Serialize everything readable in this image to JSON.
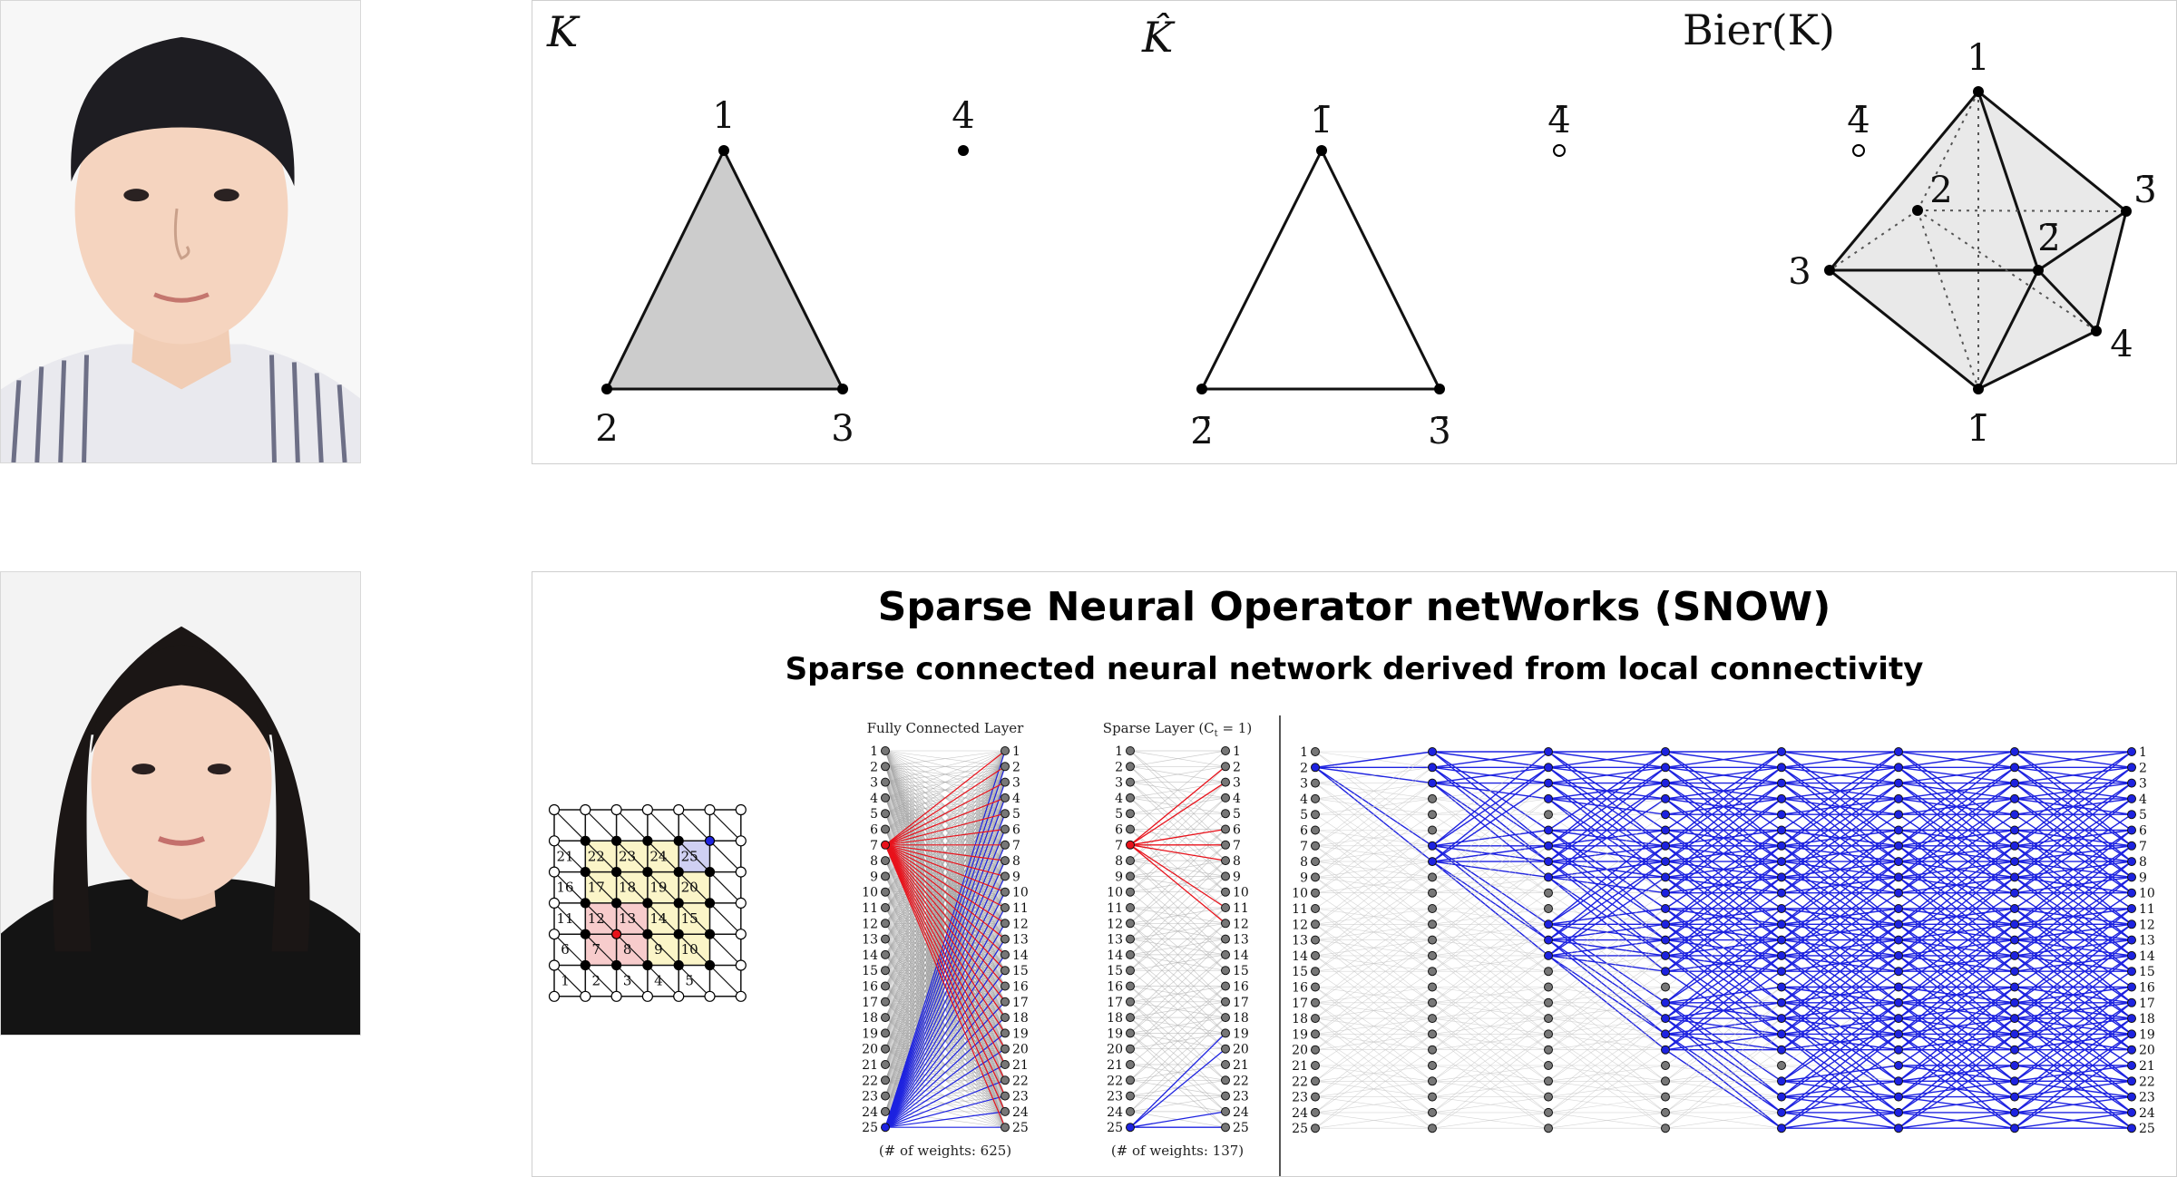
{
  "top_panel": {
    "k_label": "K",
    "khat_label": "K̂",
    "bier_label": "Bier(K)",
    "k_vertices": [
      "1",
      "2",
      "3",
      "4"
    ],
    "khat_vertices": [
      "1̄",
      "2̄",
      "3̄",
      "4̄"
    ],
    "bier_vertices": [
      "1",
      "2",
      "3",
      "4",
      "1̄",
      "2̄",
      "3̄",
      "4̄"
    ]
  },
  "bottom_panel": {
    "title": "Sparse Neural Operator netWorks (SNOW)",
    "subtitle": "Sparse connected neural network derived from local connectivity",
    "grid_cells": [
      "21",
      "22",
      "23",
      "24",
      "25",
      "16",
      "17",
      "18",
      "19",
      "20",
      "11",
      "12",
      "13",
      "14",
      "15",
      "6",
      "7",
      "8",
      "9",
      "10",
      "1",
      "2",
      "3",
      "4",
      "5"
    ],
    "fc_title": "Fully Connected Layer",
    "fc_caption": "(# of weights: 625)",
    "sparse_title": "Sparse Layer (C",
    "sparse_title_sub": "t",
    "sparse_title_tail": " = 1)",
    "sparse_caption": "(# of weights: 137)",
    "node_labels": [
      "1",
      "2",
      "3",
      "4",
      "5",
      "6",
      "7",
      "8",
      "9",
      "10",
      "11",
      "12",
      "13",
      "14",
      "15",
      "16",
      "17",
      "18",
      "19",
      "20",
      "21",
      "22",
      "23",
      "24",
      "25"
    ]
  },
  "colors": {
    "red": "#e8121b",
    "blue": "#1d22e0",
    "gray_edge": "#b8b8b8",
    "face_fill": "#cccccc",
    "bier_fill": "#e9e9e9",
    "yellow_cell": "#fbf5c8",
    "red_cell": "#f7cccc",
    "blue_cell": "#cfd0f3"
  }
}
